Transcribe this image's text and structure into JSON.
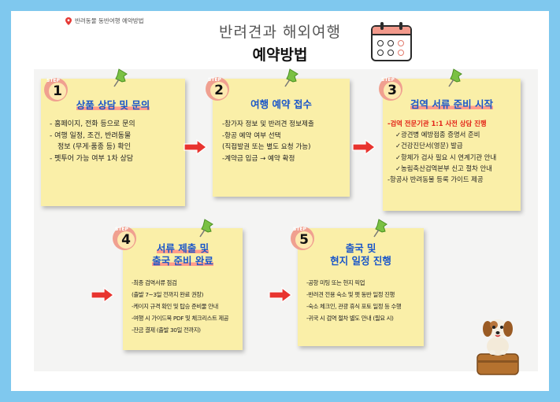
{
  "header": {
    "location": "반려동물 동반여행 예약방법",
    "title_line1": "반려견과 해외여행",
    "title_line2": "예약방법"
  },
  "icons": {
    "location_pin": "location-pin-icon",
    "calendar": "calendar-icon",
    "pushpin": "pushpin-icon",
    "arrow": "right-arrow-icon",
    "dog": "dog-on-suitcase-illustration"
  },
  "colors": {
    "background": "#7fc8ee",
    "note": "#faefa8",
    "title_blue": "#1a56c9",
    "arrow_red": "#e8342f",
    "step_badge": "#f0a090"
  },
  "steps": [
    {
      "label": "STEP",
      "number": "1",
      "title": "상품 상담 및 문의",
      "items": [
        "- 홈페이지,  전화 등으로 문의",
        "- 여행 일정, 조건, 반려동물",
        "  정보 (무게·품종 등) 확인",
        "- 펫투어 가능 여부 1차 상담"
      ]
    },
    {
      "label": "STEP",
      "number": "2",
      "title": "여행 예약 접수",
      "items": [
        "-참가자 정보 및 반려견 정보제출",
        "-항공 예약 여부 선택",
        "(직접발권 또는 별도 요청 가능)",
        "-계약금 입금 → 예약 확정"
      ]
    },
    {
      "label": "STEP",
      "number": "3",
      "title": "검역 서류 준비 시작",
      "highlight": "-검역 전문기관 1:1 사전 상담 진행",
      "items": [
        "✓광견병 예방접종 증명서 준비",
        "✓건강진단서(영문) 발급",
        "✓항체가 검사 필요 시 연계기관 안내",
        "✓농림축산검역본부 신고 절차 안내"
      ],
      "tail": "-항공사 반려동물 등록 가이드 제공"
    },
    {
      "label": "STEP",
      "number": "4",
      "title_line1": "서류 제출 및",
      "title_line2": "출국 준비 완료",
      "items": [
        "-최종 검역서류 점검",
        "(출발 7~3일 전까지 완료 권장)",
        "-케이지 규격 확인 및 탑승 준비물 안내",
        "-여행 시 가이드북 PDF 및 체크리스트 제공",
        "-잔금 결제 (출발 30일 전까지)"
      ]
    },
    {
      "label": "STEP",
      "number": "5",
      "title_line1": "출국 및",
      "title_line2": "현지 일정 진행",
      "items": [
        "-공항 미팅 또는 현지 픽업",
        "-반려견 전용 숙소 및 펫 동반 일정 진행",
        "-숙소 체크인, 관광 휴식 포토 일정 등 수행",
        "-귀국 시 검역 절차 별도 안내 (필요 시)"
      ]
    }
  ]
}
